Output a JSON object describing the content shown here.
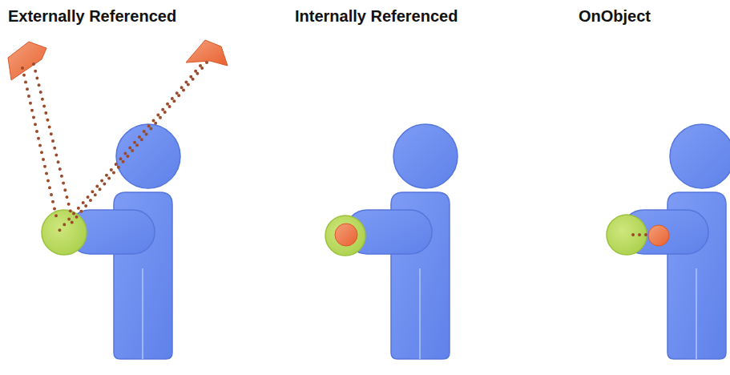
{
  "diagram": {
    "labels": [
      "Externally Referenced",
      "Internally Referenced",
      "OnObject"
    ]
  }
}
